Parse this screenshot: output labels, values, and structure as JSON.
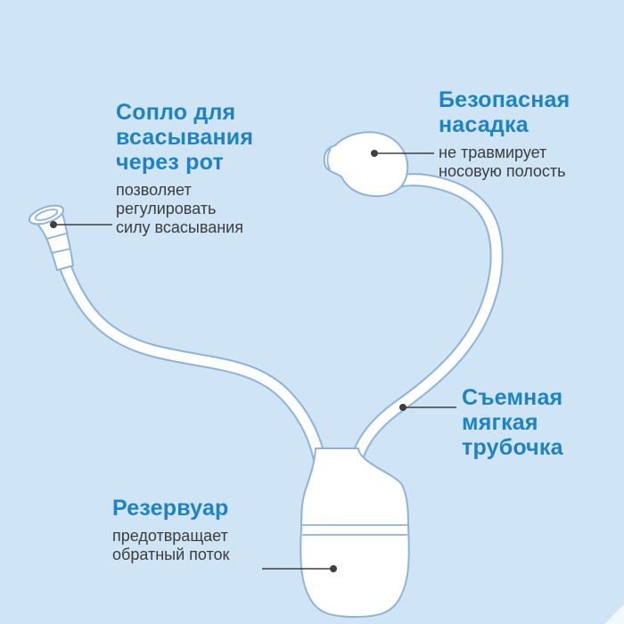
{
  "colors": {
    "background": "#cfe5f6",
    "heading": "#1f82c2",
    "body_text": "#3c3c3c",
    "device_outline": "#8fb3d6",
    "device_fill": "#ffffff",
    "leader_line": "#3f3f3f"
  },
  "labels": {
    "mouth_nozzle": {
      "heading": "Сопло для\nвсасывания\nчерез рот",
      "description": "позволяет\nрегулировать\nсилу всасывания"
    },
    "safety_tip": {
      "heading": "Безопасная\nнасадка",
      "description": "не травмирует\nносовую полость"
    },
    "soft_tube": {
      "heading": "Съемная\nмягкая\nтрубочка"
    },
    "reservoir": {
      "heading": "Резервуар",
      "description": "предотвращает\nобратный поток"
    }
  }
}
